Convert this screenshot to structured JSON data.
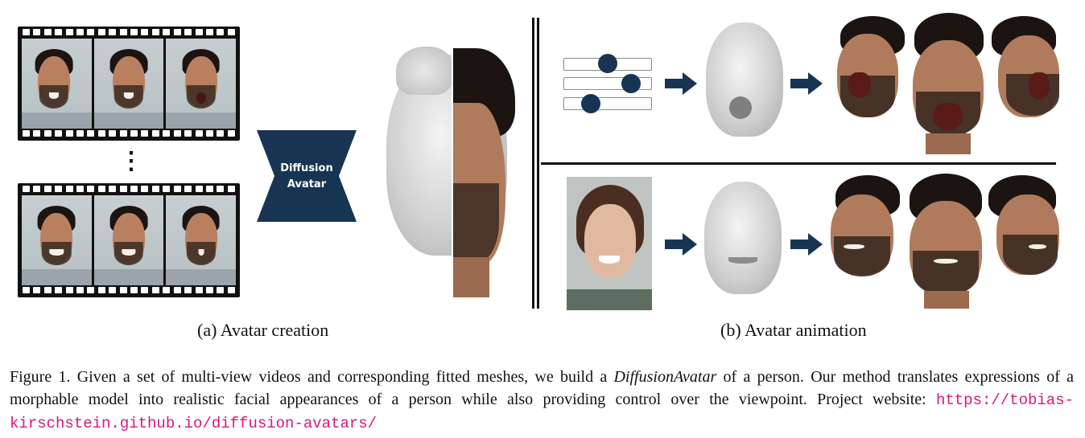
{
  "figure": {
    "avatar_box": {
      "line1": "Diffusion",
      "line2": "Avatar"
    },
    "subcaption_a": "(a) Avatar creation",
    "subcaption_b": "(b) Avatar animation",
    "ellipsis": "⋮",
    "caption": {
      "label": "Figure 1.",
      "text_before": " Given a set of multi-view videos and corresponding fitted meshes, we build a ",
      "emph": "DiffusionAvatar",
      "text_after": " of a person. Our method translates expressions of a morphable model into realistic facial appearances of a person while also providing control over the viewpoint. Project website: ",
      "url": "https://tobias-kirschstein.github.io/diffusion-avatars/"
    },
    "colors": {
      "navy": "#173553",
      "caption_url": "#d6187a"
    }
  }
}
